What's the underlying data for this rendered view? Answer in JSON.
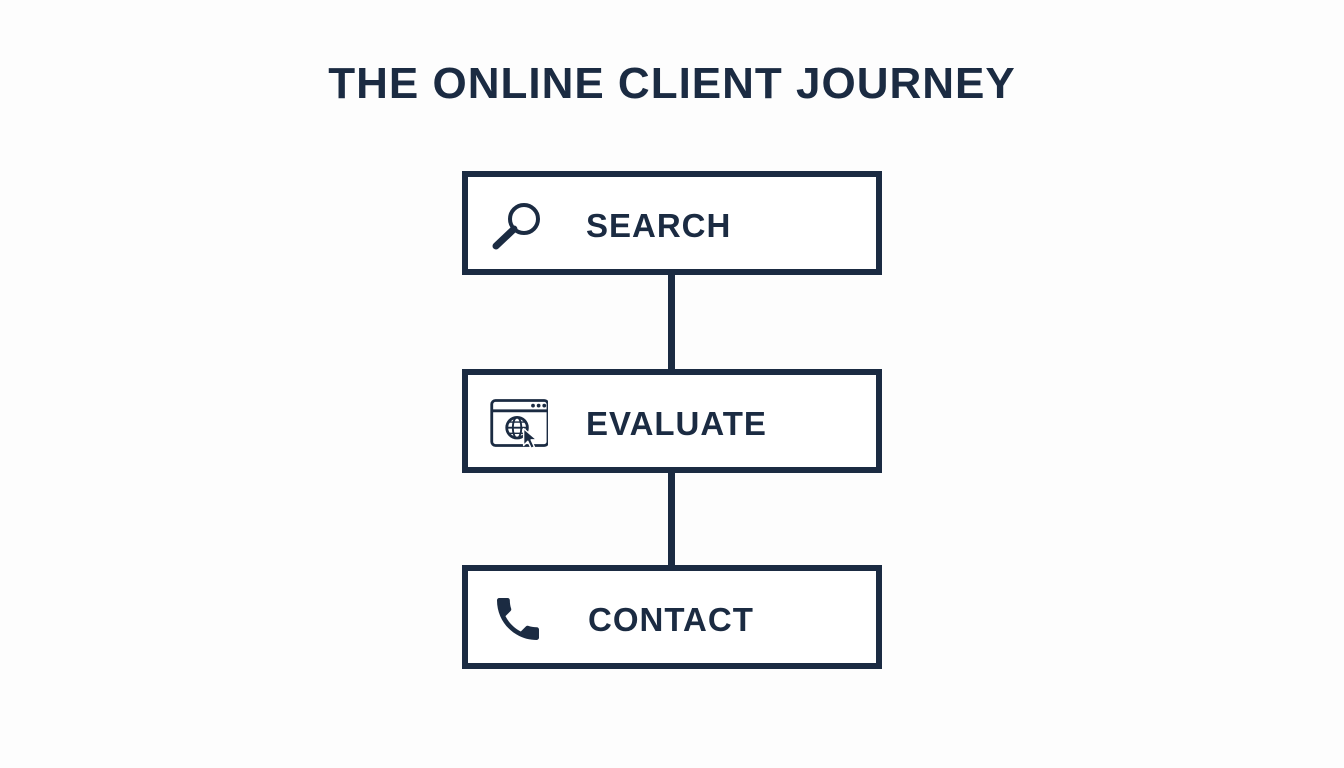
{
  "title": "THE ONLINE CLIENT JOURNEY",
  "steps": [
    {
      "label": "SEARCH",
      "icon": "search-icon"
    },
    {
      "label": "EVALUATE",
      "icon": "browser-globe-cursor-icon"
    },
    {
      "label": "CONTACT",
      "icon": "phone-icon"
    }
  ],
  "colors": {
    "primary": "#1b2b42",
    "background": "#fdfdfd"
  }
}
